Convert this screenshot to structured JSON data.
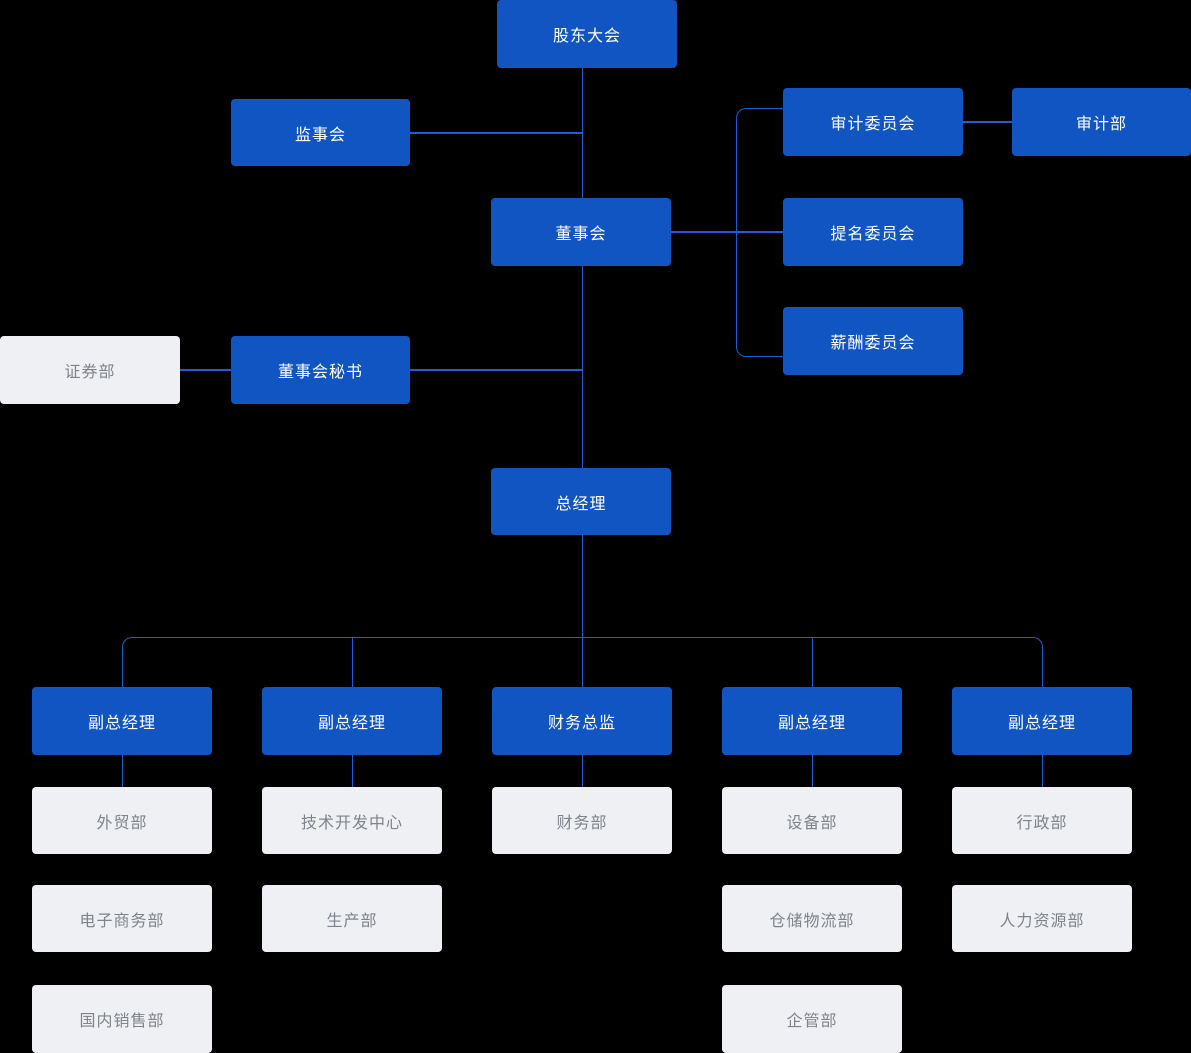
{
  "chart": {
    "title": "company-organization-chart",
    "background_color": "#000000",
    "primary_node_color": "#1155C2",
    "primary_text_color": "#FFFFFF",
    "secondary_node_color": "#EFF0F3",
    "secondary_text_color": "#7F838B",
    "connector_color": "#1C5FD0"
  },
  "nodes": [
    {
      "id": "shareholders-meeting",
      "label": "股东大会",
      "type": "primary"
    },
    {
      "id": "supervisory-board",
      "label": "监事会",
      "type": "primary"
    },
    {
      "id": "board-of-directors",
      "label": "董事会",
      "type": "primary"
    },
    {
      "id": "audit-committee",
      "label": "审计委员会",
      "type": "primary"
    },
    {
      "id": "audit-department",
      "label": "审计部",
      "type": "primary"
    },
    {
      "id": "nomination-committee",
      "label": "提名委员会",
      "type": "primary"
    },
    {
      "id": "compensation-committee",
      "label": "薪酬委员会",
      "type": "primary"
    },
    {
      "id": "board-secretary",
      "label": "董事会秘书",
      "type": "primary"
    },
    {
      "id": "securities-department",
      "label": "证券部",
      "type": "secondary"
    },
    {
      "id": "general-manager",
      "label": "总经理",
      "type": "primary"
    },
    {
      "id": "vice-general-manager-1",
      "label": "副总经理",
      "type": "primary"
    },
    {
      "id": "vice-general-manager-2",
      "label": "副总经理",
      "type": "primary"
    },
    {
      "id": "finance-director",
      "label": "财务总监",
      "type": "primary"
    },
    {
      "id": "vice-general-manager-3",
      "label": "副总经理",
      "type": "primary"
    },
    {
      "id": "vice-general-manager-4",
      "label": "副总经理",
      "type": "primary"
    },
    {
      "id": "foreign-trade-department",
      "label": "外贸部",
      "type": "secondary"
    },
    {
      "id": "ecommerce-department",
      "label": "电子商务部",
      "type": "secondary"
    },
    {
      "id": "domestic-sales-department",
      "label": "国内销售部",
      "type": "secondary"
    },
    {
      "id": "tech-development-center",
      "label": "技术开发中心",
      "type": "secondary"
    },
    {
      "id": "production-department",
      "label": "生产部",
      "type": "secondary"
    },
    {
      "id": "finance-department",
      "label": "财务部",
      "type": "secondary"
    },
    {
      "id": "equipment-department",
      "label": "设备部",
      "type": "secondary"
    },
    {
      "id": "warehouse-logistics-department",
      "label": "仓储物流部",
      "type": "secondary"
    },
    {
      "id": "enterprise-management-department",
      "label": "企管部",
      "type": "secondary"
    },
    {
      "id": "admin-department",
      "label": "行政部",
      "type": "secondary"
    },
    {
      "id": "hr-department",
      "label": "人力资源部",
      "type": "secondary"
    }
  ]
}
